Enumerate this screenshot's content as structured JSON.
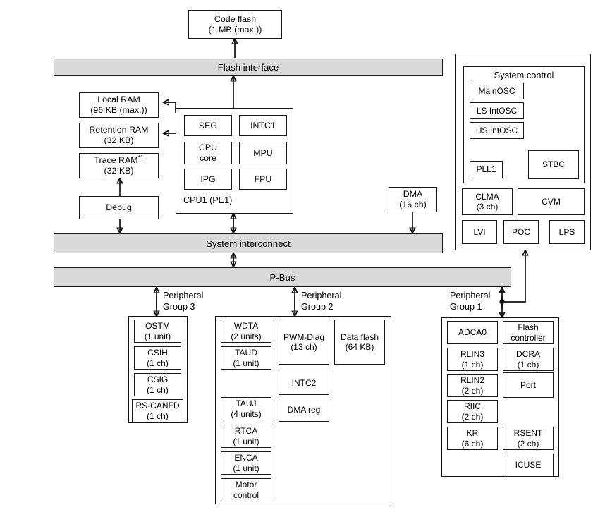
{
  "diagram": {
    "title_blocks": {
      "code_flash": {
        "line1": "Code flash",
        "line2": "(1 MB (max.))"
      },
      "flash_interface": {
        "label": "Flash interface"
      },
      "system_interconnect": {
        "label": "System interconnect"
      },
      "p_bus": {
        "label": "P-Bus"
      },
      "dma": {
        "line1": "DMA",
        "line2": "(16 ch)"
      }
    },
    "memory_column": [
      {
        "name": "local-ram",
        "line1": "Local RAM",
        "line2": "(96 KB (max.))"
      },
      {
        "name": "retention-ram",
        "line1": "Retention RAM",
        "line2": "(32 KB)"
      },
      {
        "name": "trace-ram",
        "line1": "Trace RAM",
        "footnote": "*1",
        "line2": "(32 KB)"
      },
      {
        "name": "debug",
        "line1": "Debug",
        "line2": ""
      }
    ],
    "cpu": {
      "label": "CPU1 (PE1)",
      "blocks": [
        {
          "name": "seg",
          "label": "SEG"
        },
        {
          "name": "intc1",
          "label": "INTC1"
        },
        {
          "name": "cpu-core",
          "line1": "CPU",
          "line2": "core"
        },
        {
          "name": "mpu",
          "label": "MPU"
        },
        {
          "name": "ipg",
          "label": "IPG"
        },
        {
          "name": "fpu",
          "label": "FPU"
        }
      ]
    },
    "system_control": {
      "title": "System control",
      "oscillators": [
        {
          "name": "mainosc",
          "label": "MainOSC"
        },
        {
          "name": "ls-intosc",
          "label": "LS IntOSC"
        },
        {
          "name": "hs-intosc",
          "label": "HS IntOSC"
        }
      ],
      "pll": {
        "label": "PLL1"
      },
      "stbc": {
        "label": "STBC"
      },
      "monitors": [
        {
          "name": "clma",
          "line1": "CLMA",
          "line2": "(3 ch)"
        },
        {
          "name": "cvm",
          "line1": "CVM",
          "line2": ""
        }
      ],
      "supply": [
        {
          "name": "lvi",
          "label": "LVI"
        },
        {
          "name": "poc",
          "label": "POC"
        },
        {
          "name": "lps",
          "label": "LPS"
        }
      ]
    },
    "peripheral_groups": [
      {
        "name": "peripheral-group-3",
        "caption_line1": "Peripheral",
        "caption_line2": "Group 3",
        "blocks": [
          {
            "name": "ostm",
            "line1": "OSTM",
            "line2": "(1 unit)"
          },
          {
            "name": "csih",
            "line1": "CSIH",
            "line2": "(1 ch)"
          },
          {
            "name": "csig",
            "line1": "CSIG",
            "line2": "(1 ch)"
          },
          {
            "name": "rs-canfd",
            "line1": "RS-CANFD",
            "line2": "(1 ch)"
          }
        ]
      },
      {
        "name": "peripheral-group-2",
        "caption_line1": "Peripheral",
        "caption_line2": "Group 2",
        "blocks": [
          {
            "name": "wdta",
            "line1": "WDTA",
            "line2": "(2 units)"
          },
          {
            "name": "taud",
            "line1": "TAUD",
            "line2": "(1 unit)"
          },
          {
            "name": "tauj",
            "line1": "TAUJ",
            "line2": "(4 units)"
          },
          {
            "name": "rtca",
            "line1": "RTCA",
            "line2": "(1 unit)"
          },
          {
            "name": "enca",
            "line1": "ENCA",
            "line2": "(1 unit)"
          },
          {
            "name": "motor-control",
            "line1": "Motor",
            "line2": "control"
          },
          {
            "name": "pwm-diag",
            "line1": "PWM-Diag",
            "line2": "(13 ch)"
          },
          {
            "name": "data-flash",
            "line1": "Data flash",
            "line2": "(64 KB)"
          },
          {
            "name": "intc2",
            "line1": "INTC2",
            "line2": ""
          },
          {
            "name": "dma-reg",
            "line1": "DMA reg",
            "line2": ""
          }
        ]
      },
      {
        "name": "peripheral-group-1",
        "caption_line1": "Peripheral",
        "caption_line2": "Group 1",
        "blocks": [
          {
            "name": "adca0",
            "line1": "ADCA0",
            "line2": ""
          },
          {
            "name": "flash-controller",
            "line1": "Flash",
            "line2": "controller"
          },
          {
            "name": "rlin3",
            "line1": "RLIN3",
            "line2": "(1 ch)"
          },
          {
            "name": "dcra",
            "line1": "DCRA",
            "line2": "(1 ch)"
          },
          {
            "name": "rlin2",
            "line1": "RLIN2",
            "line2": "(2 ch)"
          },
          {
            "name": "port",
            "line1": "Port",
            "line2": ""
          },
          {
            "name": "riic",
            "line1": "RIIC",
            "line2": "(2 ch)"
          },
          {
            "name": "kr",
            "line1": "KR",
            "line2": "(6 ch)"
          },
          {
            "name": "rsent",
            "line1": "RSENT",
            "line2": "(2 ch)"
          },
          {
            "name": "icuse",
            "line1": "ICUSE",
            "line2": ""
          }
        ]
      }
    ],
    "colors": {
      "bus_fill": "#d9d9d9",
      "stroke": "#111111",
      "background": "#ffffff"
    }
  }
}
